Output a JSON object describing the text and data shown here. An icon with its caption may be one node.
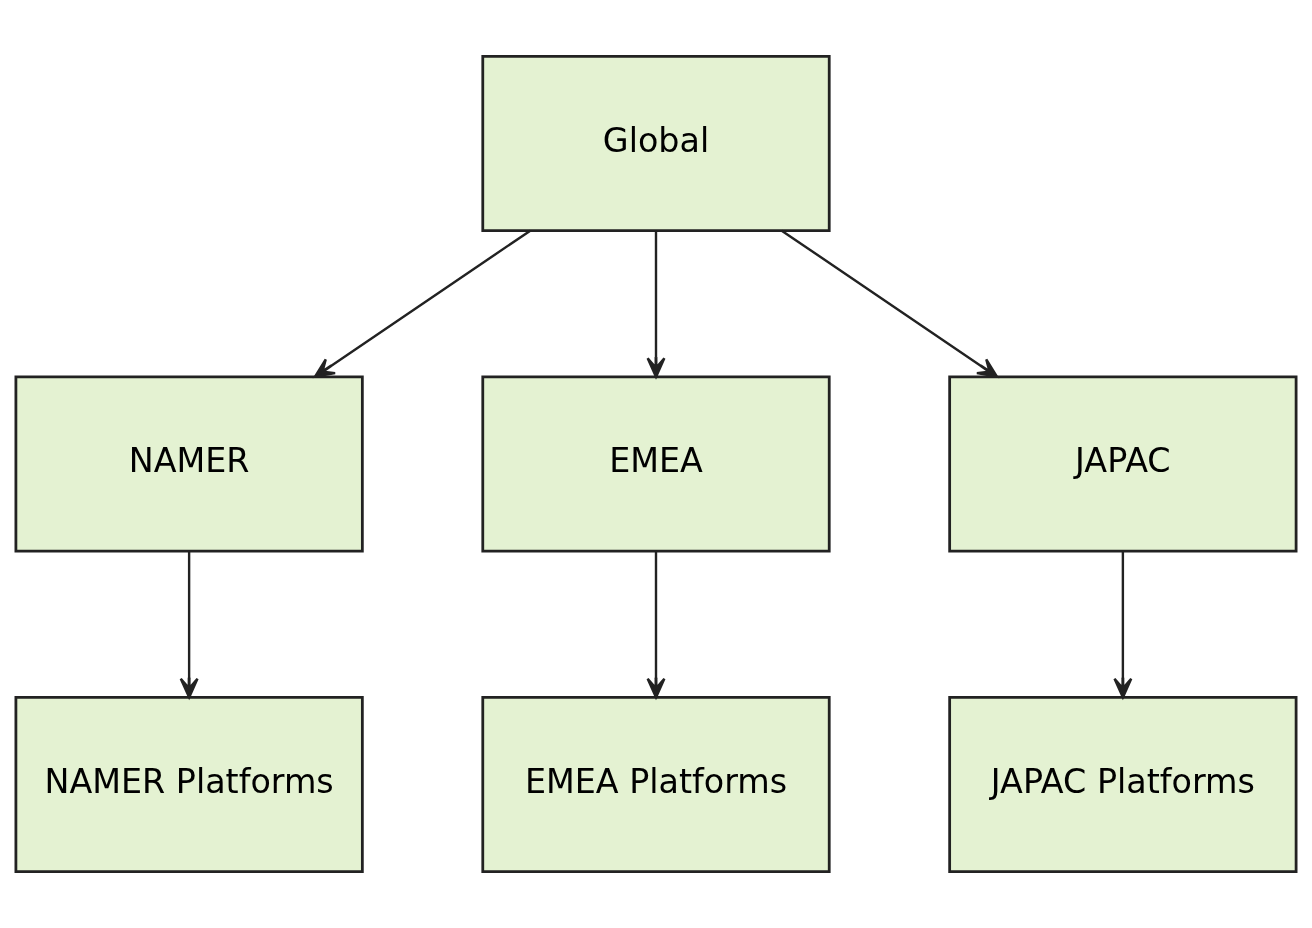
{
  "diagram": {
    "nodes": [
      {
        "text": [
          "Global"
        ]
      },
      {
        "text": [
          "NAMER"
        ]
      },
      {
        "text": [
          "EMEA"
        ]
      },
      {
        "text": [
          "JAPAC"
        ]
      },
      {
        "text": [
          "NAMER Platforms"
        ]
      },
      {
        "text": [
          "EMEA Platforms"
        ]
      },
      {
        "text": [
          "JAPAC Platforms"
        ]
      }
    ],
    "edges": [
      {
        "from": 0,
        "to": 1,
        "arrow": "to"
      },
      {
        "from": 0,
        "to": 2,
        "arrow": "to"
      },
      {
        "from": 0,
        "to": 3,
        "arrow": "to"
      },
      {
        "from": 1,
        "to": 4,
        "arrow": "to"
      },
      {
        "from": 2,
        "to": 5,
        "arrow": "to"
      },
      {
        "from": 3,
        "to": 6,
        "arrow": "to"
      }
    ]
  }
}
